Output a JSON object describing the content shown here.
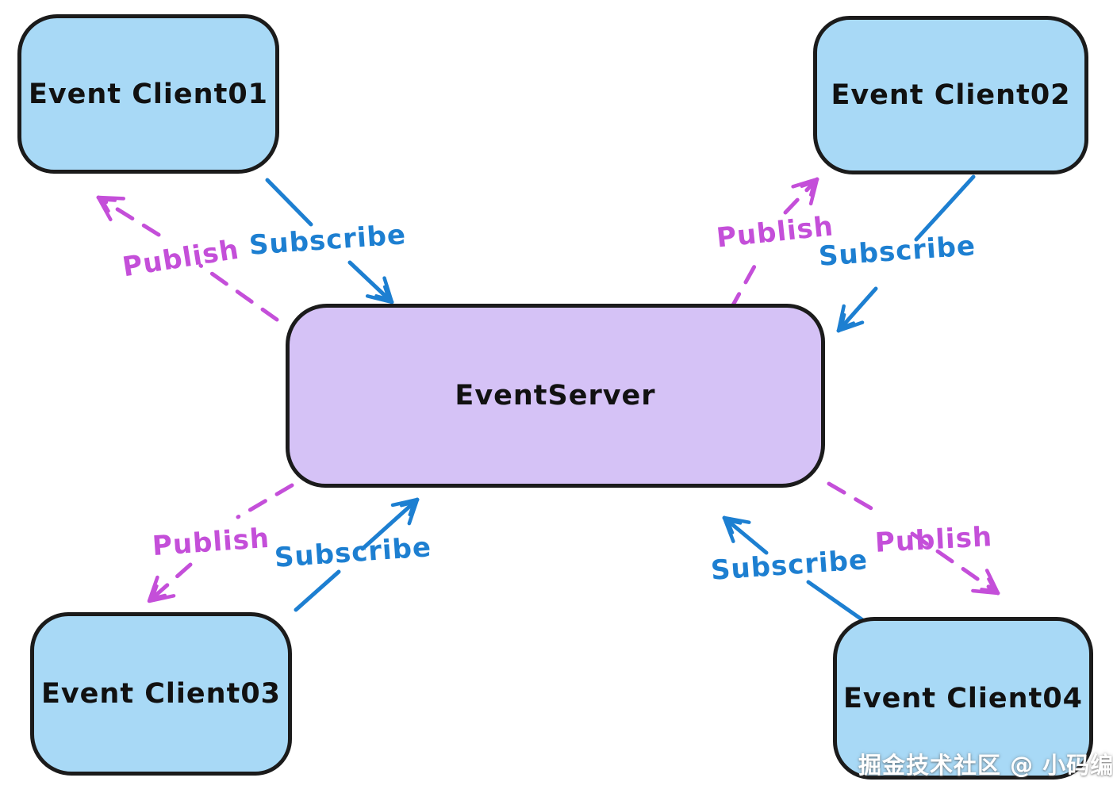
{
  "diagram": {
    "nodes": [
      {
        "id": "event-client01",
        "label": "Event Client01",
        "role": "client",
        "fill": "#a8d9f6",
        "border": "#1b1b1b"
      },
      {
        "id": "event-client02",
        "label": "Event Client02",
        "role": "client",
        "fill": "#a8d9f6",
        "border": "#1b1b1b"
      },
      {
        "id": "event-server",
        "label": "EventServer",
        "role": "server",
        "fill": "#d5c2f6",
        "border": "#1b1b1b"
      },
      {
        "id": "event-client03",
        "label": "Event Client03",
        "role": "client",
        "fill": "#a8d9f6",
        "border": "#1b1b1b"
      },
      {
        "id": "event-client04",
        "label": "Event Client04",
        "role": "client",
        "fill": "#a8d9f6",
        "border": "#1b1b1b"
      }
    ],
    "edges": [
      {
        "label": "Publish",
        "style": "dashed",
        "color": "#c44fd9",
        "from": "event-server",
        "to": "event-client01"
      },
      {
        "label": "Subscribe",
        "style": "solid",
        "color": "#1d7fd1",
        "from": "event-client01",
        "to": "event-server"
      },
      {
        "label": "Publish",
        "style": "dashed",
        "color": "#c44fd9",
        "from": "event-server",
        "to": "event-client02"
      },
      {
        "label": "Subscribe",
        "style": "solid",
        "color": "#1d7fd1",
        "from": "event-client02",
        "to": "event-server"
      },
      {
        "label": "Publish",
        "style": "dashed",
        "color": "#c44fd9",
        "from": "event-server",
        "to": "event-client03"
      },
      {
        "label": "Subscribe",
        "style": "solid",
        "color": "#1d7fd1",
        "from": "event-client03",
        "to": "event-server"
      },
      {
        "label": "Subscribe",
        "style": "solid",
        "color": "#1d7fd1",
        "from": "event-client04",
        "to": "event-server"
      },
      {
        "label": "Publish",
        "style": "dashed",
        "color": "#c44fd9",
        "from": "event-server",
        "to": "event-client04"
      }
    ],
    "watermark": "掘金技术社区 @ 小码编匠",
    "colors": {
      "background": "#ffffff",
      "client_fill": "#a8d9f6",
      "server_fill": "#d5c2f6",
      "node_border": "#1b1b1b",
      "publish": "#c44fd9",
      "subscribe": "#1d7fd1"
    }
  }
}
